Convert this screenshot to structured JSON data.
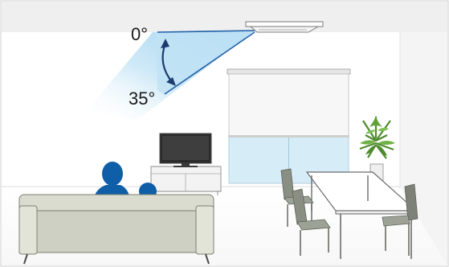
{
  "diagram": {
    "angle_top_label": "0°",
    "angle_bottom_label": "35°",
    "angle_range_degrees": [
      0,
      35
    ],
    "colors": {
      "air_beam": "#bfe2f5",
      "beam_line": "#1f5fa8",
      "silhouette": "#0f5ea8",
      "wall": "#f2f2f2",
      "floor": "#ffffff",
      "sofa": "#d9dccf",
      "furniture_outline": "#6b6b6b"
    },
    "objects": [
      "ceiling-air-conditioner",
      "airflow-beam",
      "window-blind",
      "television",
      "tv-stand",
      "sofa",
      "adult-silhouette",
      "child-silhouette",
      "potted-plant",
      "dining-table",
      "dining-chairs"
    ]
  }
}
